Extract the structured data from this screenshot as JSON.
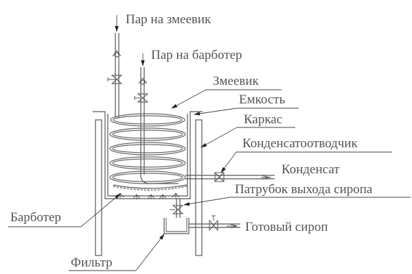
{
  "diagram": {
    "title": "Schematic of syrup cooker with coil and bubbler",
    "labels": {
      "steam_coil": "Пар на змеевик",
      "steam_bubbler": "Пар на барботер",
      "coil": "Змеевик",
      "vessel": "Емкость",
      "frame": "Каркас",
      "condensate_trap": "Конденсатоотводчик",
      "condensate": "Конденсат",
      "syrup_outlet": "Патрубок выхода сиропа",
      "bubbler": "Барботер",
      "ready_syrup": "Готовый сироп",
      "filter": "Фильтр"
    },
    "colors": {
      "line": "#555555",
      "text": "#555555"
    }
  }
}
